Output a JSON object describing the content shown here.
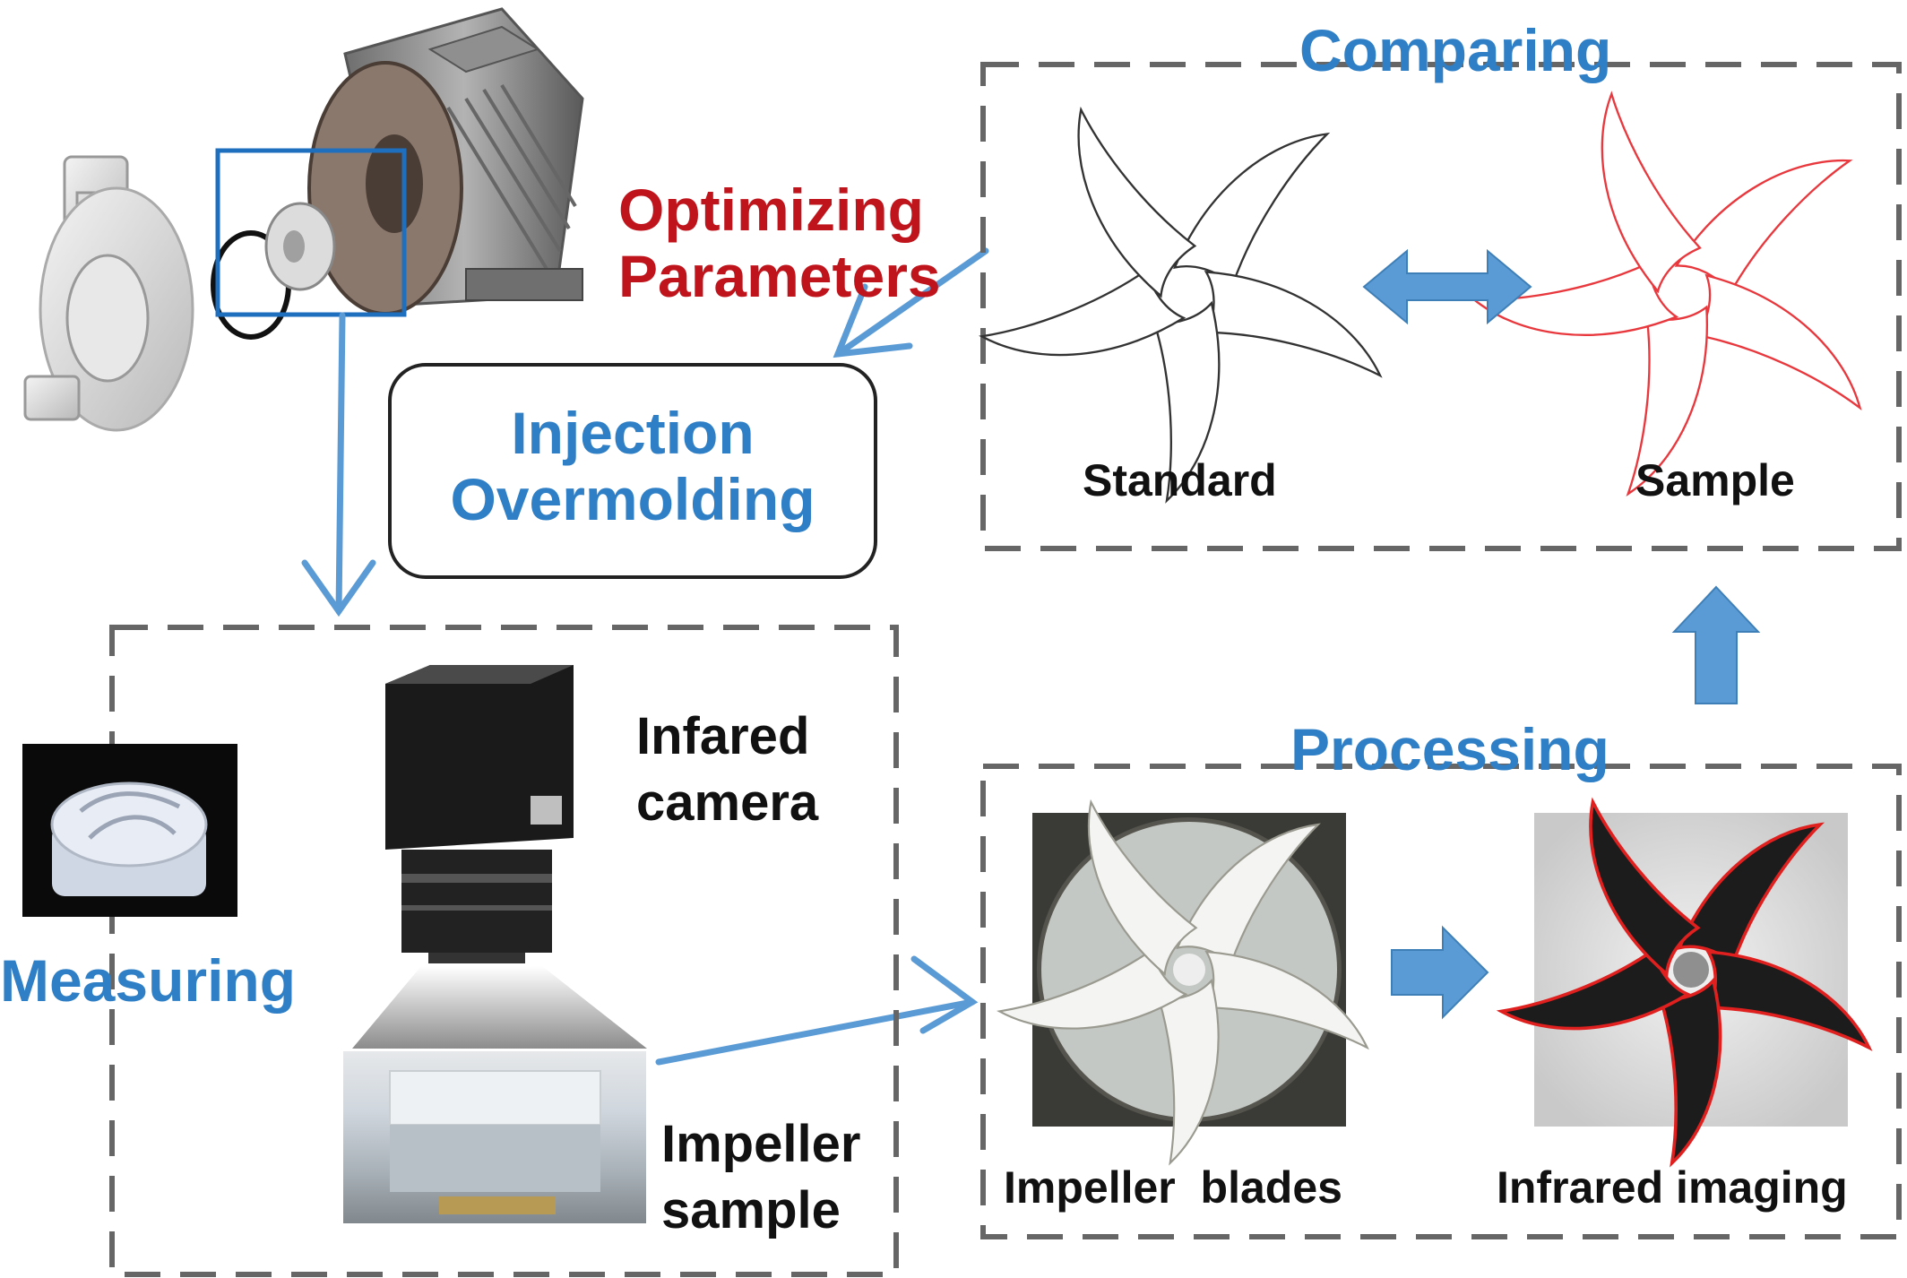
{
  "labels": {
    "comparing": "Comparing",
    "optimizing_line1": "Optimizing",
    "optimizing_line2": "Parameters",
    "injection_line1": "Injection",
    "injection_line2": "Overmolding",
    "standard": "Standard",
    "sample": "Sample",
    "infared_line1": "Infared",
    "infared_line2": "camera",
    "measuring": "Measuring",
    "processing": "Processing",
    "impeller_line1": "Impeller",
    "impeller_line2": "sample",
    "impeller_blades": "Impeller  blades",
    "infrared_imaging": "Infrared imaging"
  },
  "colors": {
    "flow_blue": "#5b9bd5",
    "title_blue": "#2f7fc6",
    "title_red": "#c0141c",
    "outline_red": "#e8383d",
    "dashed_gray": "#666666"
  },
  "icons": {
    "pump_assembly": "exploded-pump-assembly-icon",
    "camera": "infrared-camera-icon",
    "impeller_photo": "impeller-photo-icon"
  }
}
